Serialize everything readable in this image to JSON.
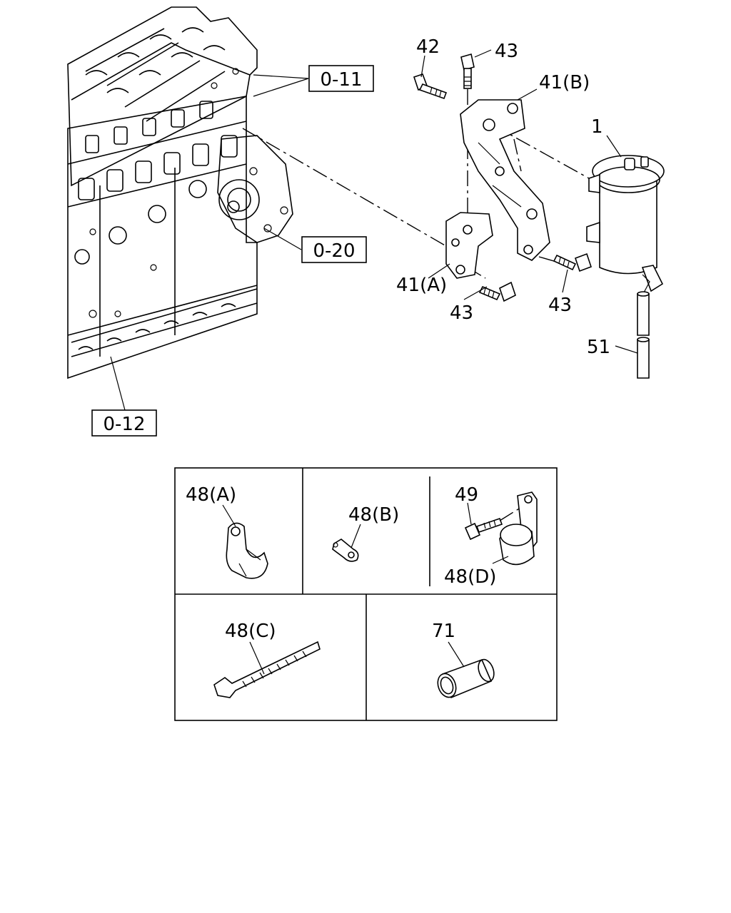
{
  "reference_boxes": {
    "ref_0_11": "0-11",
    "ref_0_20": "0-20",
    "ref_0_12": "0-12"
  },
  "part_labels": {
    "p42": "42",
    "p43_top": "43",
    "p41b": "41(B)",
    "p1": "1",
    "p41a": "41(A)",
    "p43_left": "43",
    "p43_right": "43",
    "p51": "51"
  },
  "inset_labels": {
    "p48a": "48(A)",
    "p48b": "48(B)",
    "p49": "49",
    "p48d": "48(D)",
    "p48c": "48(C)",
    "p71": "71"
  }
}
